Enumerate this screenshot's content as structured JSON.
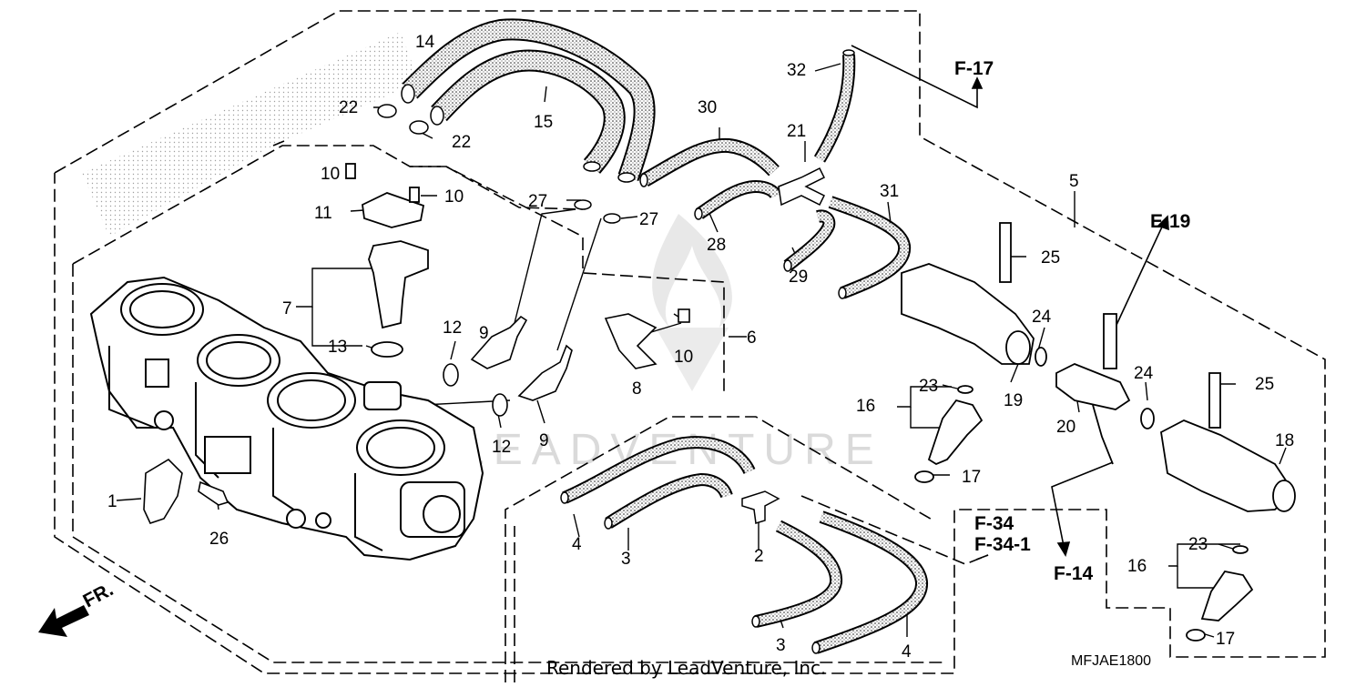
{
  "diagram": {
    "part_labels": [
      {
        "id": "p1",
        "text": "1"
      },
      {
        "id": "p2",
        "text": "2"
      },
      {
        "id": "p3a",
        "text": "3"
      },
      {
        "id": "p3b",
        "text": "3"
      },
      {
        "id": "p4a",
        "text": "4"
      },
      {
        "id": "p4b",
        "text": "4"
      },
      {
        "id": "p5",
        "text": "5"
      },
      {
        "id": "p6",
        "text": "6"
      },
      {
        "id": "p7",
        "text": "7"
      },
      {
        "id": "p8",
        "text": "8"
      },
      {
        "id": "p9a",
        "text": "9"
      },
      {
        "id": "p9b",
        "text": "9"
      },
      {
        "id": "p10a",
        "text": "10"
      },
      {
        "id": "p10b",
        "text": "10"
      },
      {
        "id": "p10c",
        "text": "10"
      },
      {
        "id": "p11",
        "text": "11"
      },
      {
        "id": "p12a",
        "text": "12"
      },
      {
        "id": "p12b",
        "text": "12"
      },
      {
        "id": "p13",
        "text": "13"
      },
      {
        "id": "p14",
        "text": "14"
      },
      {
        "id": "p15",
        "text": "15"
      },
      {
        "id": "p16a",
        "text": "16"
      },
      {
        "id": "p16b",
        "text": "16"
      },
      {
        "id": "p17a",
        "text": "17"
      },
      {
        "id": "p17b",
        "text": "17"
      },
      {
        "id": "p18",
        "text": "18"
      },
      {
        "id": "p19",
        "text": "19"
      },
      {
        "id": "p20",
        "text": "20"
      },
      {
        "id": "p21",
        "text": "21"
      },
      {
        "id": "p22a",
        "text": "22"
      },
      {
        "id": "p22b",
        "text": "22"
      },
      {
        "id": "p23a",
        "text": "23"
      },
      {
        "id": "p23b",
        "text": "23"
      },
      {
        "id": "p24a",
        "text": "24"
      },
      {
        "id": "p24b",
        "text": "24"
      },
      {
        "id": "p25a",
        "text": "25"
      },
      {
        "id": "p25b",
        "text": "25"
      },
      {
        "id": "p26",
        "text": "26"
      },
      {
        "id": "p27a",
        "text": "27"
      },
      {
        "id": "p27b",
        "text": "27"
      },
      {
        "id": "p28",
        "text": "28"
      },
      {
        "id": "p29",
        "text": "29"
      },
      {
        "id": "p30",
        "text": "30"
      },
      {
        "id": "p31",
        "text": "31"
      },
      {
        "id": "p32",
        "text": "32"
      }
    ],
    "references": {
      "f17": "F-17",
      "e19": "E-19",
      "f34": "F-34",
      "f341": "F-34-1",
      "f14": "F-14",
      "front": "FR."
    },
    "diagram_code": "MFJAE1800",
    "footer": "Rendered by LeadVenture, Inc.",
    "watermark": "LEADVENTURE"
  }
}
